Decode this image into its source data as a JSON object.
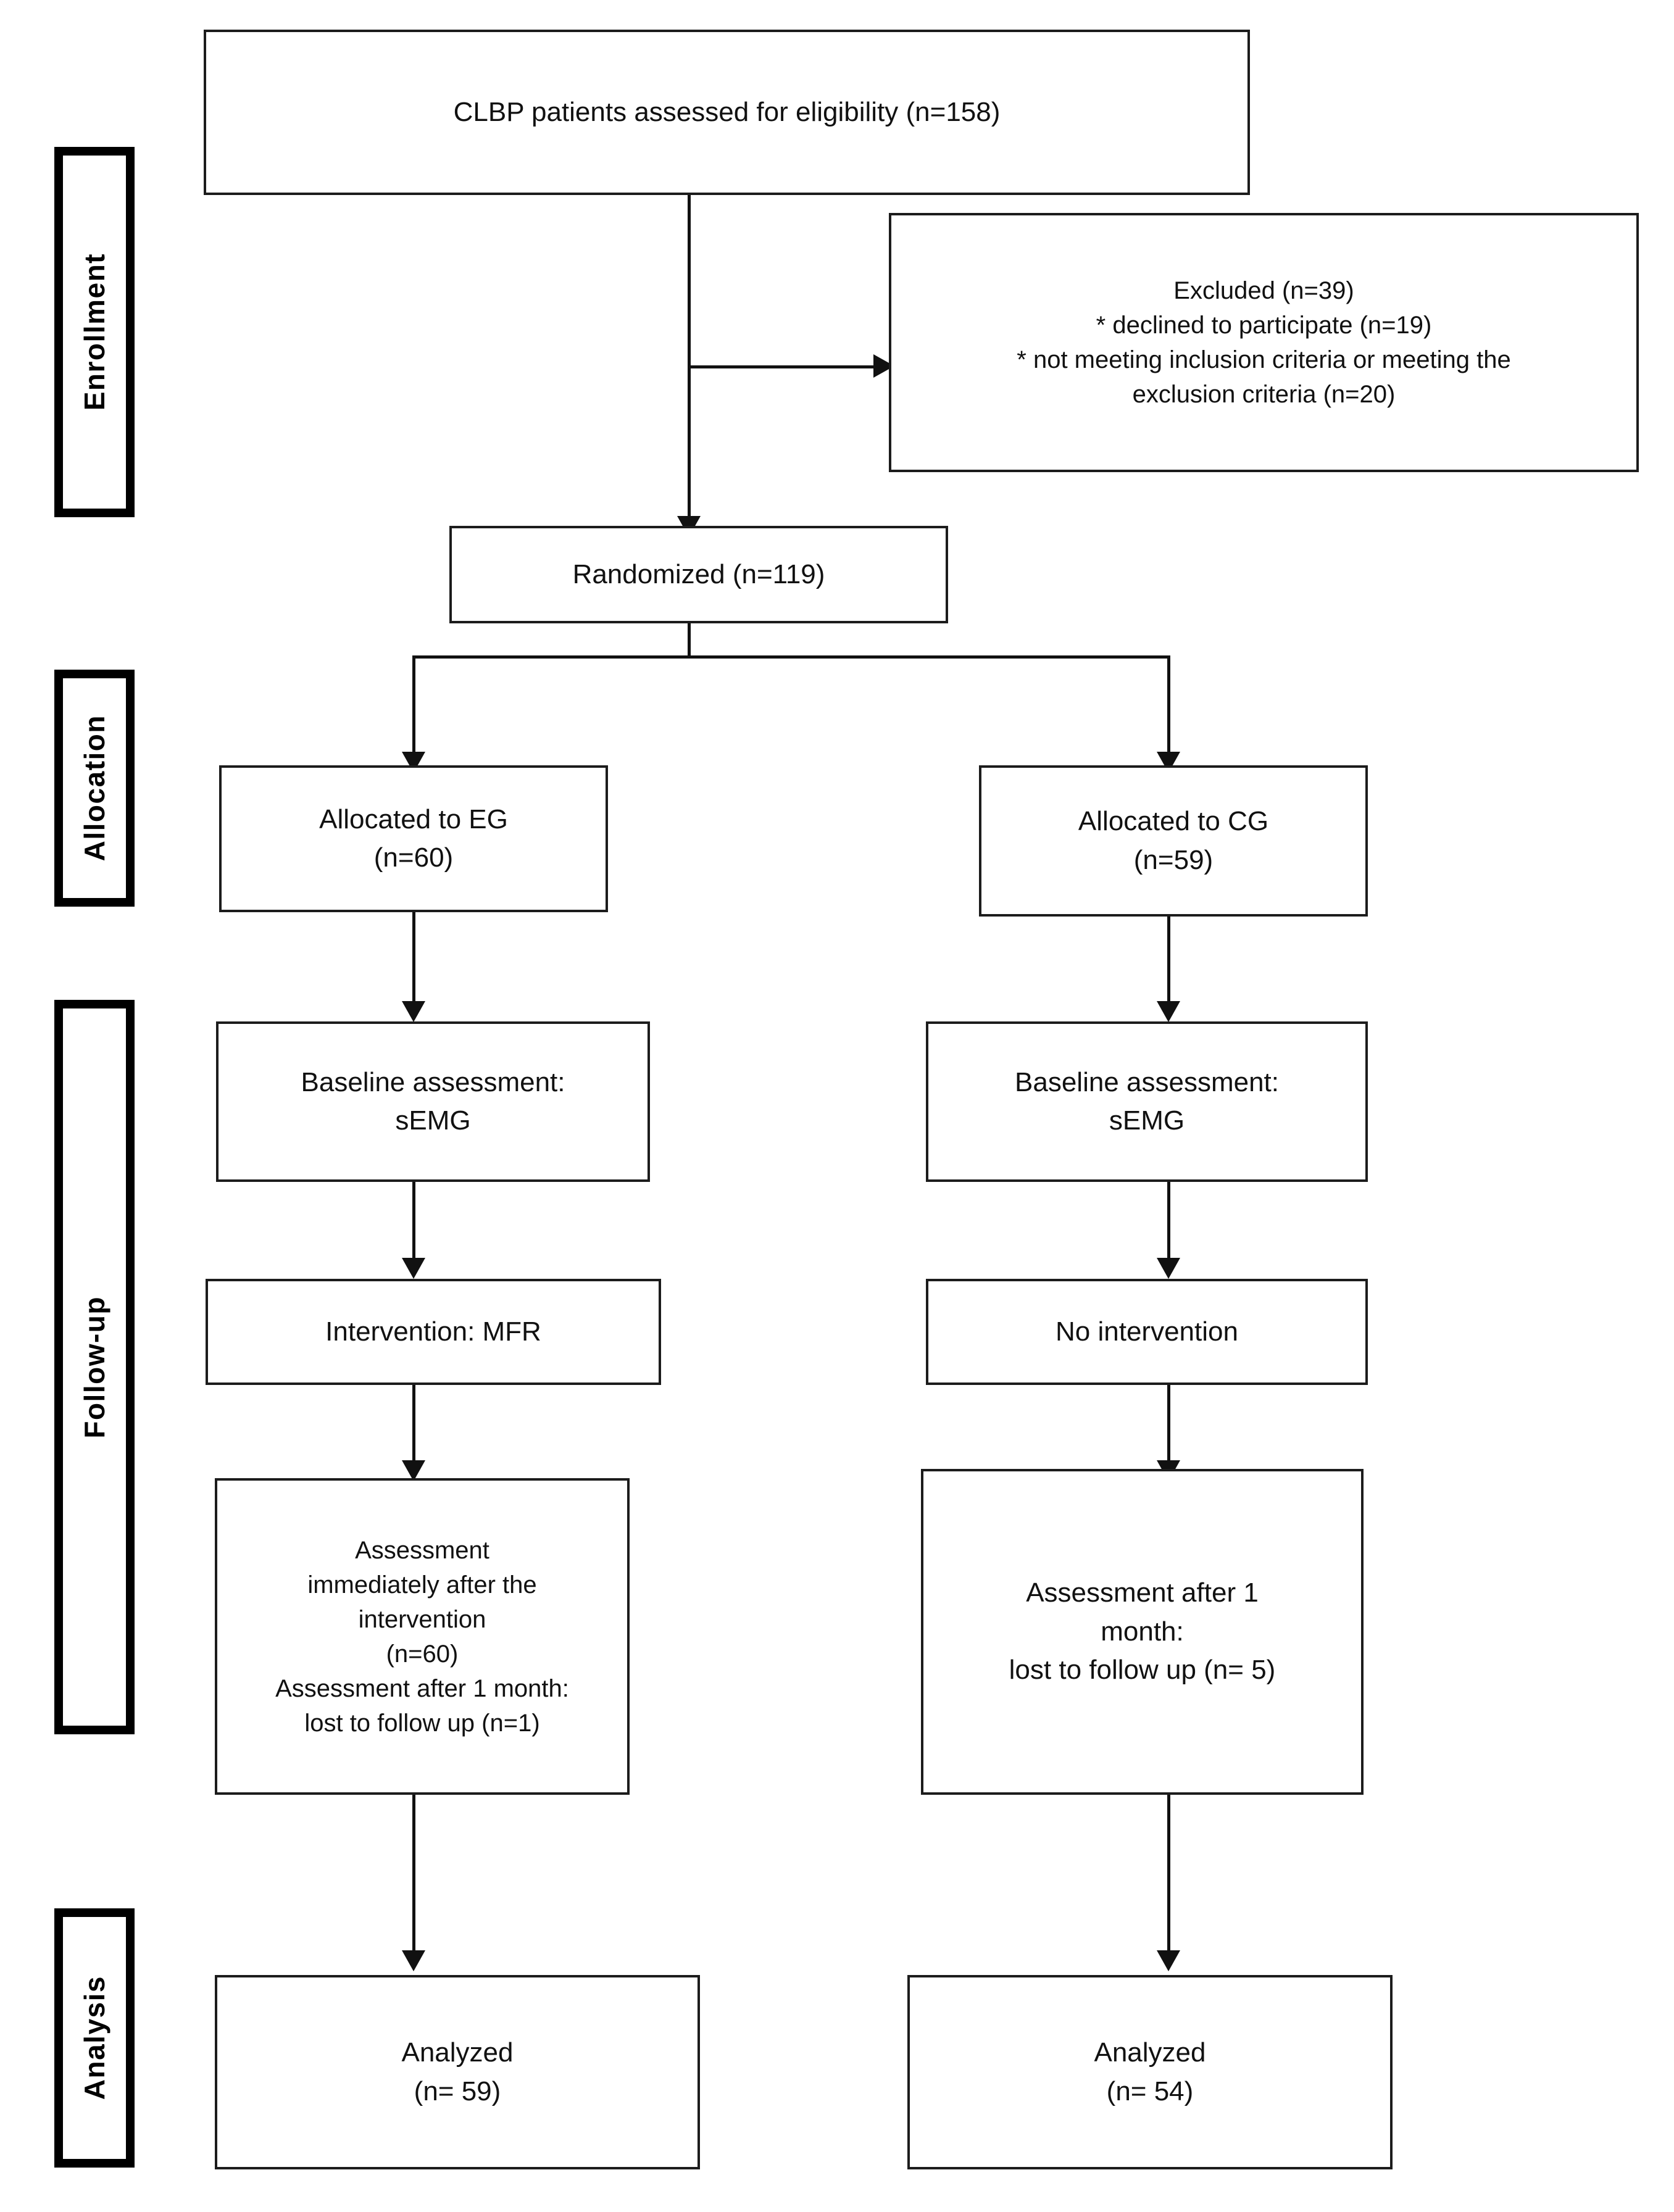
{
  "diagram": {
    "title": "CONSORT flow diagram",
    "line_color": "#111111",
    "phase_border_color": "#000000",
    "background": "#ffffff"
  },
  "phases": [
    {
      "id": "enrollment",
      "label": "Enrollment"
    },
    {
      "id": "allocation",
      "label": "Allocation"
    },
    {
      "id": "followup",
      "label": "Follow-up"
    },
    {
      "id": "analysis",
      "label": "Analysis"
    }
  ],
  "boxes": {
    "assessed": {
      "text": "CLBP patients assessed  for eligibility (n=158)"
    },
    "excluded": {
      "text": "Excluded  (n=39)\n* declined  to participate  (n=19)\n* not meeting inclusion  criteria  or meeting the\nexclusion  criteria  (n=20)"
    },
    "randomized": {
      "text": "Randomized (n=119)"
    },
    "alloc_eg": {
      "text": "Allocated  to EG\n(n=60)"
    },
    "alloc_cg": {
      "text": "Allocated  to CG\n(n=59)"
    },
    "baseline_eg": {
      "text": "Baseline assessment:\nsEMG"
    },
    "baseline_cg": {
      "text": "Baseline assessment:\nsEMG"
    },
    "intervention_eg": {
      "text": "Intervention: MFR"
    },
    "intervention_cg": {
      "text": "No intervention"
    },
    "followup_eg": {
      "text": "Assessment\nimmediately  after the\nintervention\n(n=60)\nAssessment after 1 month:\nlost to follow up (n=1)"
    },
    "followup_cg": {
      "text": "Assessment after 1\nmonth:\nlost to follow up  (n= 5)"
    },
    "analyzed_eg": {
      "text": "Analyzed\n(n= 59)"
    },
    "analyzed_cg": {
      "text": "Analyzed\n(n= 54)"
    }
  }
}
